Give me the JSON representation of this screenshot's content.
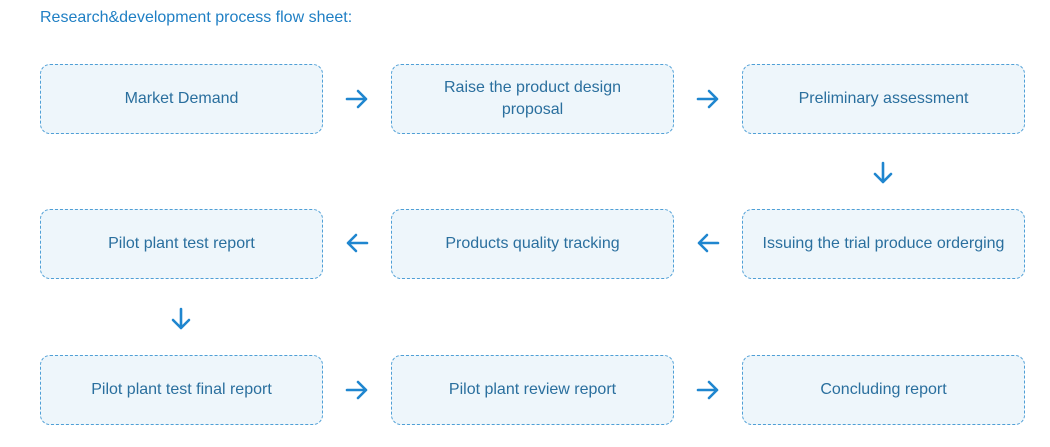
{
  "title": "Research&development process flow sheet:",
  "steps": [
    {
      "label": "Market Demand"
    },
    {
      "label": "Raise the product design proposal"
    },
    {
      "label": "Preliminary assessment"
    },
    {
      "label": "Issuing the trial produce orderging"
    },
    {
      "label": "Products quality tracking"
    },
    {
      "label": "Pilot plant test report"
    },
    {
      "label": "Pilot plant test final report"
    },
    {
      "label": "Pilot plant review report"
    },
    {
      "label": "Concluding report"
    }
  ],
  "colors": {
    "title": "#1f7fc4",
    "box_border": "#4f9fd6",
    "box_fill": "#eef6fb",
    "box_text": "#2a6f9e",
    "arrow": "#1f86cf"
  },
  "icons": {
    "right": "arrow-right-icon",
    "left": "arrow-left-icon",
    "down": "arrow-down-icon"
  }
}
